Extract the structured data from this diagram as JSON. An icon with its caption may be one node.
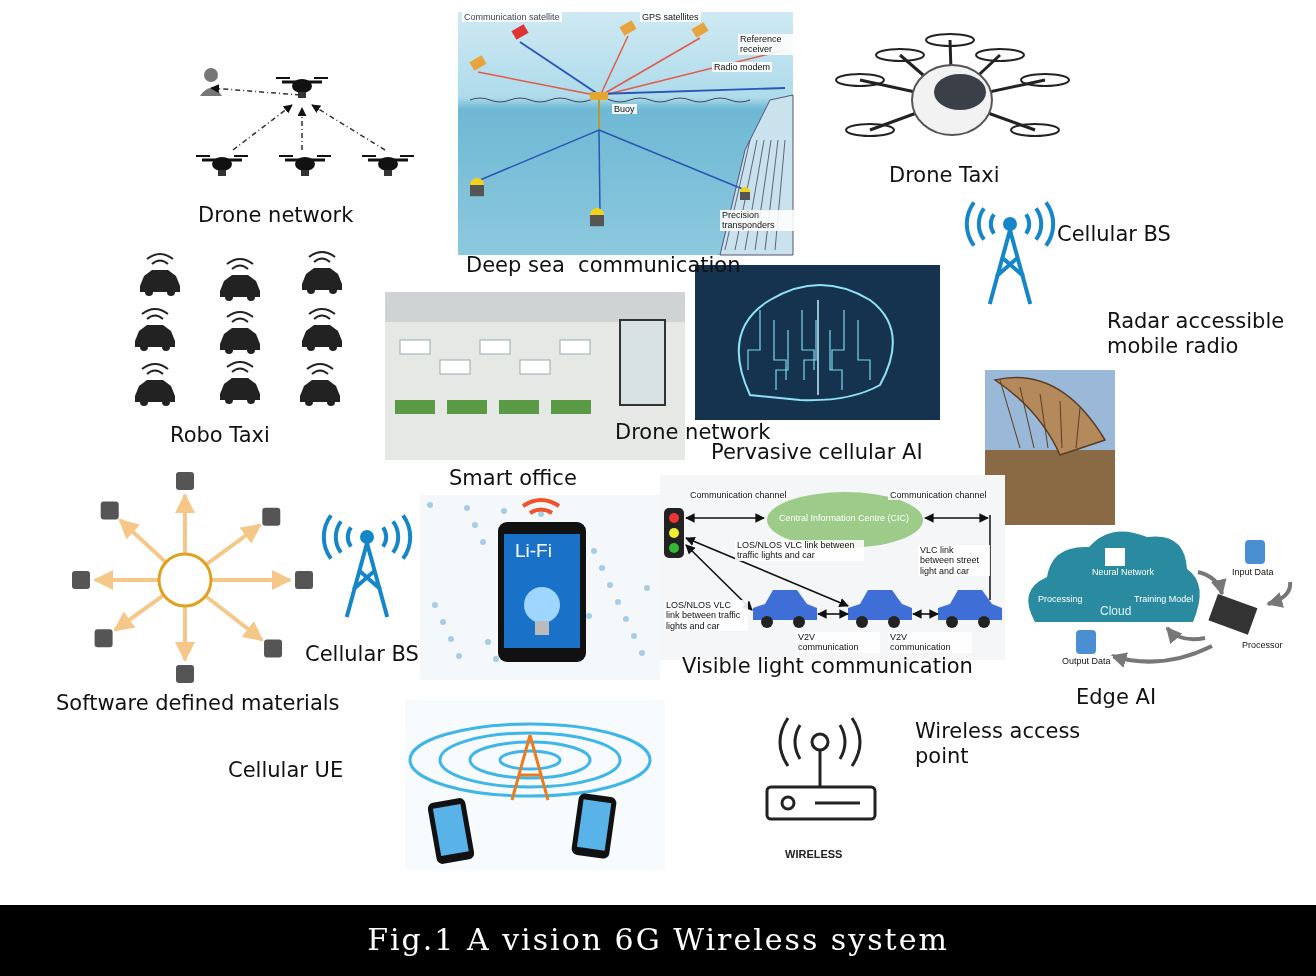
{
  "diagram": {
    "caption": "Fig.1 A vision 6G Wireless system",
    "labels": [
      "Drone network",
      "Communication satellite",
      "GPS satellites",
      "Reference receiver",
      "Radio modem",
      "Buoy",
      "Precision transponders",
      "Deep sea  communication",
      "Drone Taxi",
      "Cellular BS",
      "Radar accessible mobile radio",
      "Robo Taxi",
      "Drone network",
      "Pervasive cellular AI",
      "Smart office",
      "Li-Fi",
      "Communication channel",
      "Central Information Centre (CIC)",
      "Communication channel",
      "LOS/NLOS VLC link between traffic lights and car",
      "VLC link between street light and car",
      "LOS/NLOS VLC link between traffic lights and car",
      "V2V communication",
      "V2V communication",
      "Cellular BS",
      "Visible light communication",
      "Processing",
      "Neural Network",
      "Training Model",
      "Cloud",
      "Input Data",
      "Processor",
      "Output Data",
      "Software defined materials",
      "Edge AI",
      "Cellular UE",
      "Wireless access point",
      "WIRELESS"
    ]
  }
}
